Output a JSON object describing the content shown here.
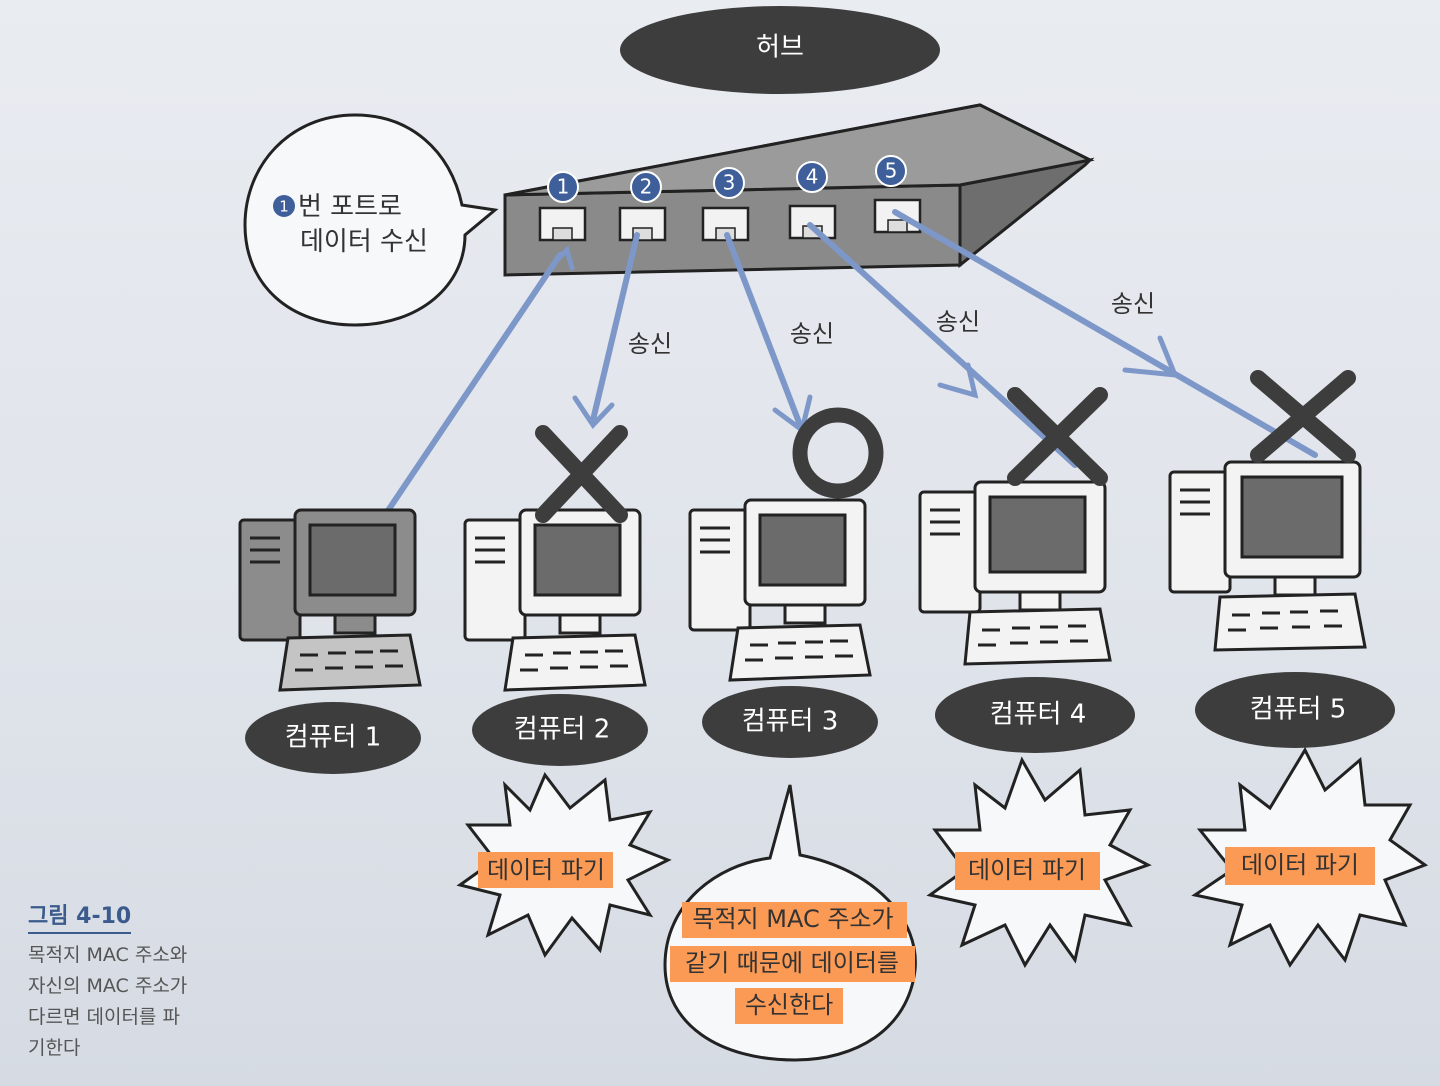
{
  "hub": {
    "label": "허브",
    "ports": [
      "1",
      "2",
      "3",
      "4",
      "5"
    ]
  },
  "port1_bubble": {
    "number": "1",
    "lines": [
      "번 포트로",
      "데이터 수신"
    ]
  },
  "send_label": "송신",
  "computers": [
    {
      "label": "컴퓨터 1",
      "result": "sender"
    },
    {
      "label": "컴퓨터 2",
      "result": "discard"
    },
    {
      "label": "컴퓨터 3",
      "result": "receive"
    },
    {
      "label": "컴퓨터 4",
      "result": "discard"
    },
    {
      "label": "컴퓨터 5",
      "result": "discard"
    }
  ],
  "discard_text": "데이터 파기",
  "receive_lines": [
    "목적지 MAC 주소가",
    "같기 때문에 데이터를",
    "수신한다"
  ],
  "caption": {
    "title": "그림 4-10",
    "text": "목적지 MAC 주소와\n자신의 MAC 주소가\n다르면 데이터를 파\n기한다"
  },
  "colors": {
    "arrow": "#7d98c8",
    "port_badge": "#3e5f9a",
    "highlight": "#fb9a55",
    "dark": "#3d3d3d"
  }
}
